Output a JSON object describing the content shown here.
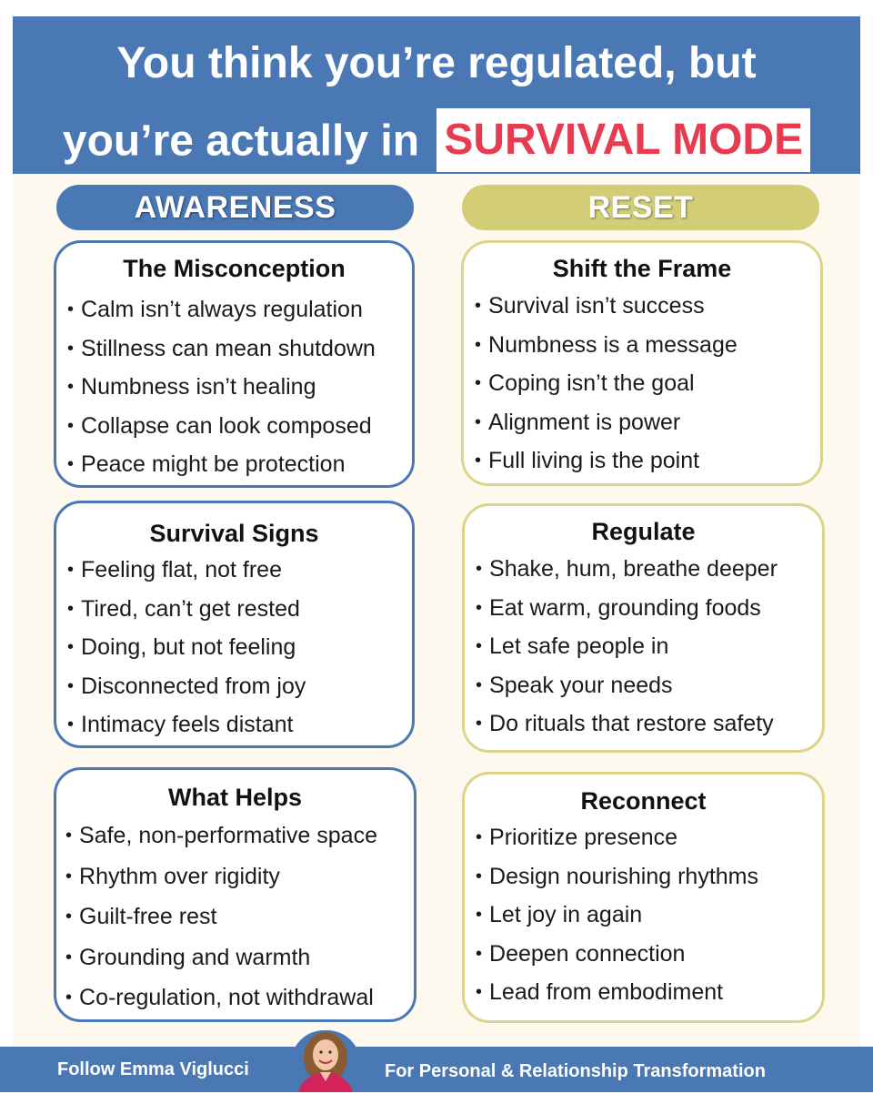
{
  "title": {
    "line1": "You think you’re regulated, but",
    "line2_prefix": "you’re actually in",
    "line2_highlight": "SURVIVAL MODE"
  },
  "columns": {
    "awareness": "AWARENESS",
    "reset": "RESET"
  },
  "cards": {
    "misconception": {
      "heading": "The Misconception",
      "items": [
        "Calm isn’t always regulation",
        "Stillness can mean shutdown",
        "Numbness isn’t healing",
        "Collapse can look composed",
        "Peace might be protection"
      ]
    },
    "survival_signs": {
      "heading": "Survival Signs",
      "items": [
        "Feeling flat, not free",
        "Tired, can’t get rested",
        "Doing, but not feeling",
        "Disconnected from joy",
        "Intimacy feels distant"
      ]
    },
    "what_helps": {
      "heading": "What Helps",
      "items": [
        "Safe, non-performative space",
        "Rhythm over rigidity",
        "Guilt-free rest",
        "Grounding and warmth",
        "Co-regulation, not withdrawal"
      ]
    },
    "shift_frame": {
      "heading": "Shift the Frame",
      "items": [
        "Survival isn’t success",
        "Numbness is a message",
        "Coping isn’t the goal",
        "Alignment is power",
        "Full living is the point"
      ]
    },
    "regulate": {
      "heading": "Regulate",
      "items": [
        "Shake, hum, breathe deeper",
        "Eat warm, grounding foods",
        "Let safe people in",
        "Speak your needs",
        "Do rituals that restore safety"
      ]
    },
    "reconnect": {
      "heading": "Reconnect",
      "items": [
        "Prioritize presence",
        "Design nourishing rhythms",
        "Let joy in again",
        "Deepen connection",
        "Lead from embodiment"
      ]
    }
  },
  "footer": {
    "follow": "Follow Emma Viglucci",
    "tagline": "For Personal & Relationship Transformation"
  },
  "colors": {
    "blue": "#4a78b5",
    "yellow": "#d3cd76",
    "highlight_red": "#e63c52",
    "background": "#fdf9ef"
  }
}
